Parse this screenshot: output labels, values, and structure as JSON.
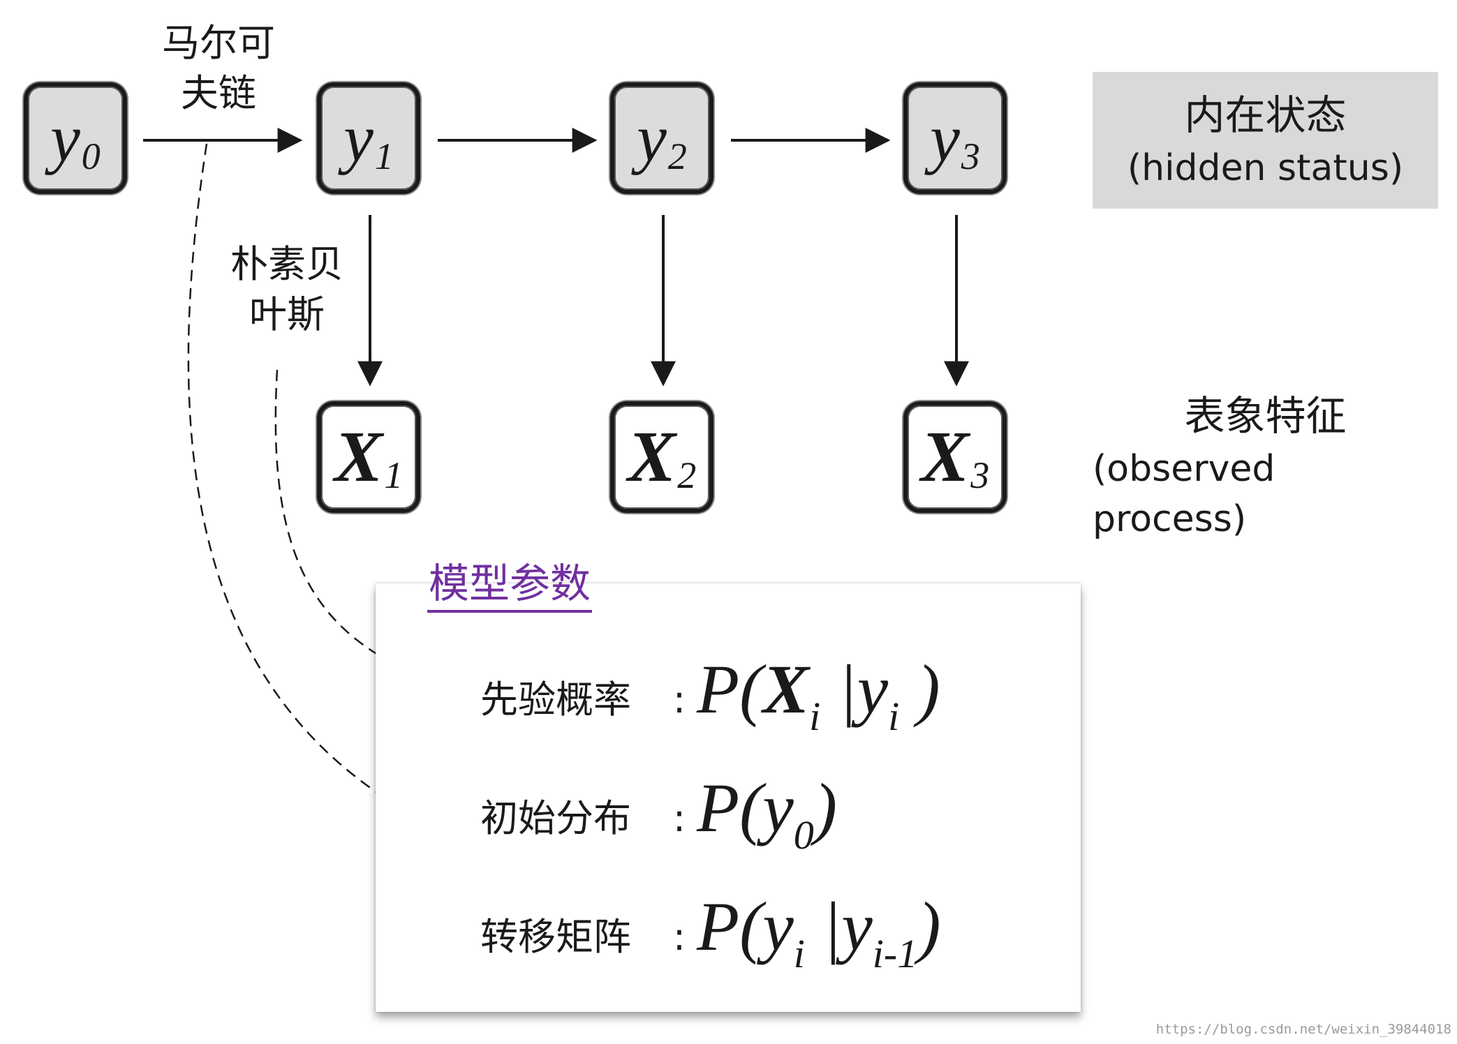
{
  "hidden_states": [
    {
      "var": "y",
      "sub": "0"
    },
    {
      "var": "y",
      "sub": "1"
    },
    {
      "var": "y",
      "sub": "2"
    },
    {
      "var": "y",
      "sub": "3"
    }
  ],
  "observations": [
    {
      "var": "X",
      "sub": "1"
    },
    {
      "var": "X",
      "sub": "2"
    },
    {
      "var": "X",
      "sub": "3"
    }
  ],
  "edge_labels": {
    "markov_line1": "马尔可",
    "markov_line2": "夫链",
    "bayes_line1": "朴素贝",
    "bayes_line2": "叶斯"
  },
  "legend": {
    "hidden_cn": "内在状态",
    "hidden_en": "(hidden status)",
    "observed_cn": "表象特征",
    "observed_en": "(observed process)"
  },
  "panel": {
    "title": "模型参数",
    "rows": [
      {
        "label": "先验概率",
        "colon": ":",
        "f_open": "P(",
        "f_a": "X",
        "f_a_sub": "i",
        "f_mid": " |y",
        "f_b_sub": "i",
        "f_close": " )"
      },
      {
        "label": "初始分布",
        "colon": ":",
        "f_open": "P(y",
        "f_a_sub": "0",
        "f_close": ")"
      },
      {
        "label": "转移矩阵",
        "colon": ":",
        "f_open": "P(y",
        "f_a_sub": "i",
        "f_mid": " |y",
        "f_b_sub": "i-1",
        "f_close": ")"
      }
    ]
  },
  "watermark": "https://blog.csdn.net/weixin_39844018",
  "colors": {
    "hidden_fill": "#dcdcdc",
    "legend_fill": "#d9d9d9",
    "title_purple": "#7030a0",
    "ink": "#1a1a1a"
  }
}
